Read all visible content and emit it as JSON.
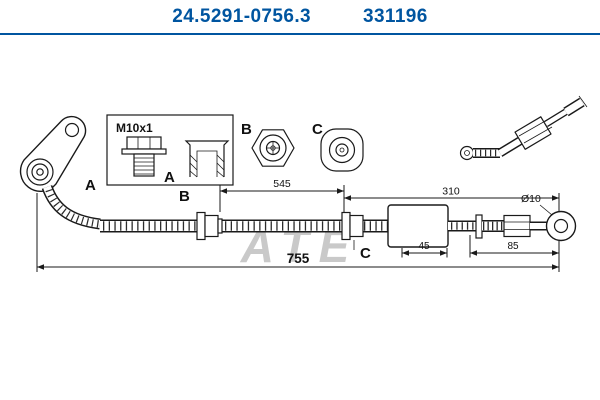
{
  "header": {
    "part_number": "24.5291-0756.3",
    "catalog_number": "331196"
  },
  "colors": {
    "accent": "#0055A0",
    "line": "#1a1a1a",
    "watermark": "#c9c9c9"
  },
  "drawing": {
    "watermark": "ATE",
    "labels": {
      "fitting_a": "A",
      "detail_a": "A",
      "detail_b": "B",
      "detail_c": "C",
      "hose_b": "B",
      "hose_c": "C",
      "thread_spec": "M10x1",
      "eye_diameter": "Ø10"
    },
    "dimensions": {
      "section_left": "545",
      "section_right": "310",
      "total_length": "755",
      "block_width": "45",
      "end_section": "85"
    }
  }
}
